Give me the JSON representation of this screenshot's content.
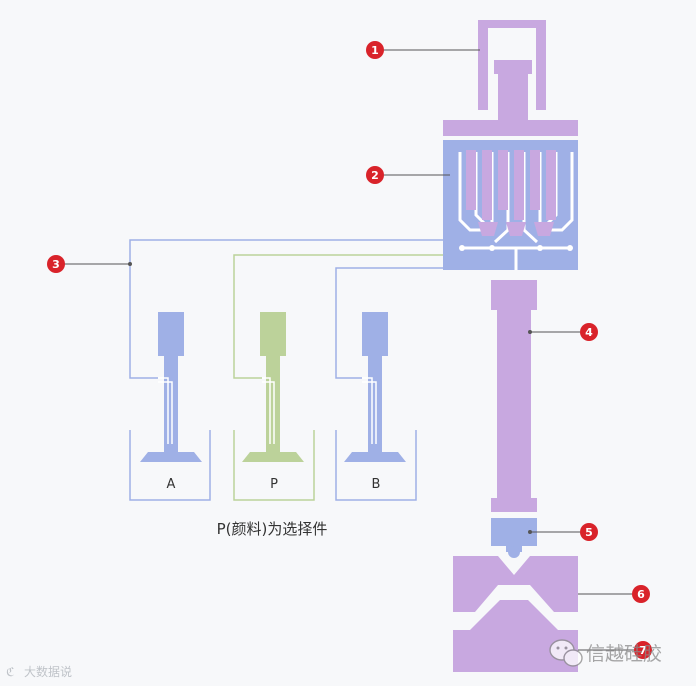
{
  "callouts": [
    "1",
    "2",
    "3",
    "4",
    "5",
    "6",
    "7"
  ],
  "tanks": [
    {
      "label": "A",
      "color": "#9fb0e6"
    },
    {
      "label": "P",
      "color": "#bcd29a"
    },
    {
      "label": "B",
      "color": "#9fb0e6"
    }
  ],
  "caption": "P(颜料)为选择件",
  "watermarks": {
    "left": "大数据说",
    "right": "信越硅胶"
  },
  "colors": {
    "blue": "#9fb0e6",
    "purple": "#c8a8e0",
    "green": "#bcd29a",
    "red": "#d9232a",
    "line_blue": "#9fb0e6",
    "line_green": "#bcd29a"
  }
}
